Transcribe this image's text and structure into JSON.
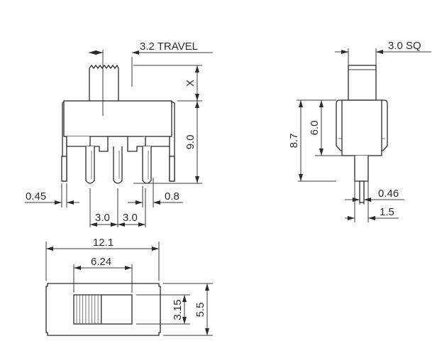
{
  "front_view": {
    "travel_label": "3.2 TRAVEL",
    "actuator_height_label": "X",
    "body_height_label": "9.0",
    "terminal_thickness_label": "0.45",
    "pin_width_label": "0.8",
    "pitch_left_label": "3.0",
    "pitch_right_label": "3.0"
  },
  "side_view": {
    "actuator_size_label": "3.0 SQ",
    "body_height_label": "6.0",
    "overall_height_label": "8.7",
    "pin_thickness_label": "0.46",
    "stem_width_label": "1.5"
  },
  "top_view": {
    "overall_length_label": "12.1",
    "window_length_label": "6.24",
    "window_width_label": "3.15",
    "overall_width_label": "5.5"
  }
}
